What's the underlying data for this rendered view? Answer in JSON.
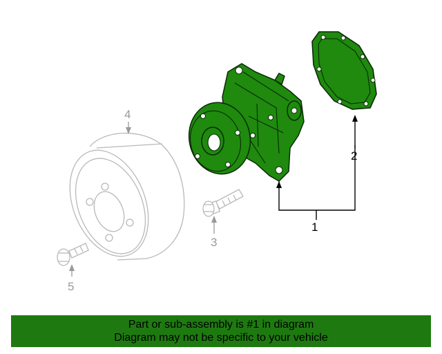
{
  "callouts": {
    "c1": "1",
    "c2": "2",
    "c3": "3",
    "c4": "4",
    "c5": "5"
  },
  "banner": {
    "line1": "Part or sub-assembly is #1 in diagram",
    "line2": "Diagram may not be specific to your vehicle"
  },
  "colors": {
    "highlight_fill": "#1f8a0e",
    "highlight_stroke": "#0a2a06",
    "other_parts": "#b8b8b8",
    "other_labels": "#999999",
    "banner_bg": "#1e7a10"
  },
  "icons": [
    "water-pump-part",
    "gasket-part",
    "pulley-part",
    "bolt-part",
    "bolt-part"
  ]
}
